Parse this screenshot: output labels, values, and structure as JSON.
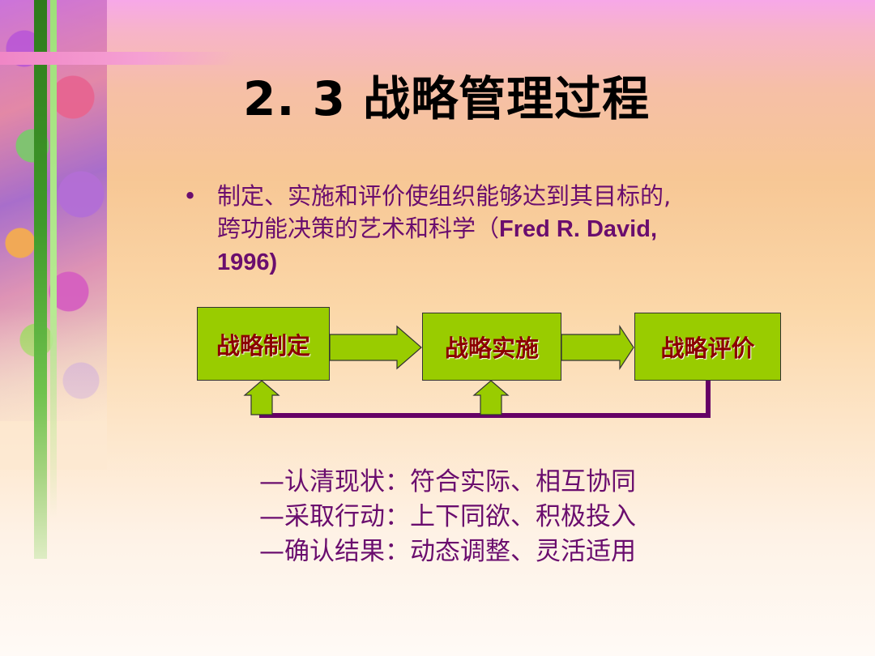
{
  "slide": {
    "title": "2. 3  战略管理过程",
    "bullet": {
      "marker": "•",
      "text_line1": "制定、实施和评价使组织能够达到其目标的,",
      "text_line2_cn": "跨功能决策的艺术和科学（",
      "text_line2_en": "Fred R. David,",
      "text_line3": "1996)"
    },
    "flow": {
      "steps": [
        "战略制定",
        "战略实施",
        "战略评价"
      ]
    },
    "notes": [
      "—认清现状：符合实际、相互协同",
      "—采取行动：上下同欲、积极投入",
      "—确认结果：动态调整、灵活适用"
    ]
  },
  "colors": {
    "box_fill": "#99cc00",
    "box_text": "#8b0000",
    "feedback_line": "#660066",
    "body_text": "#6a0d6e"
  }
}
